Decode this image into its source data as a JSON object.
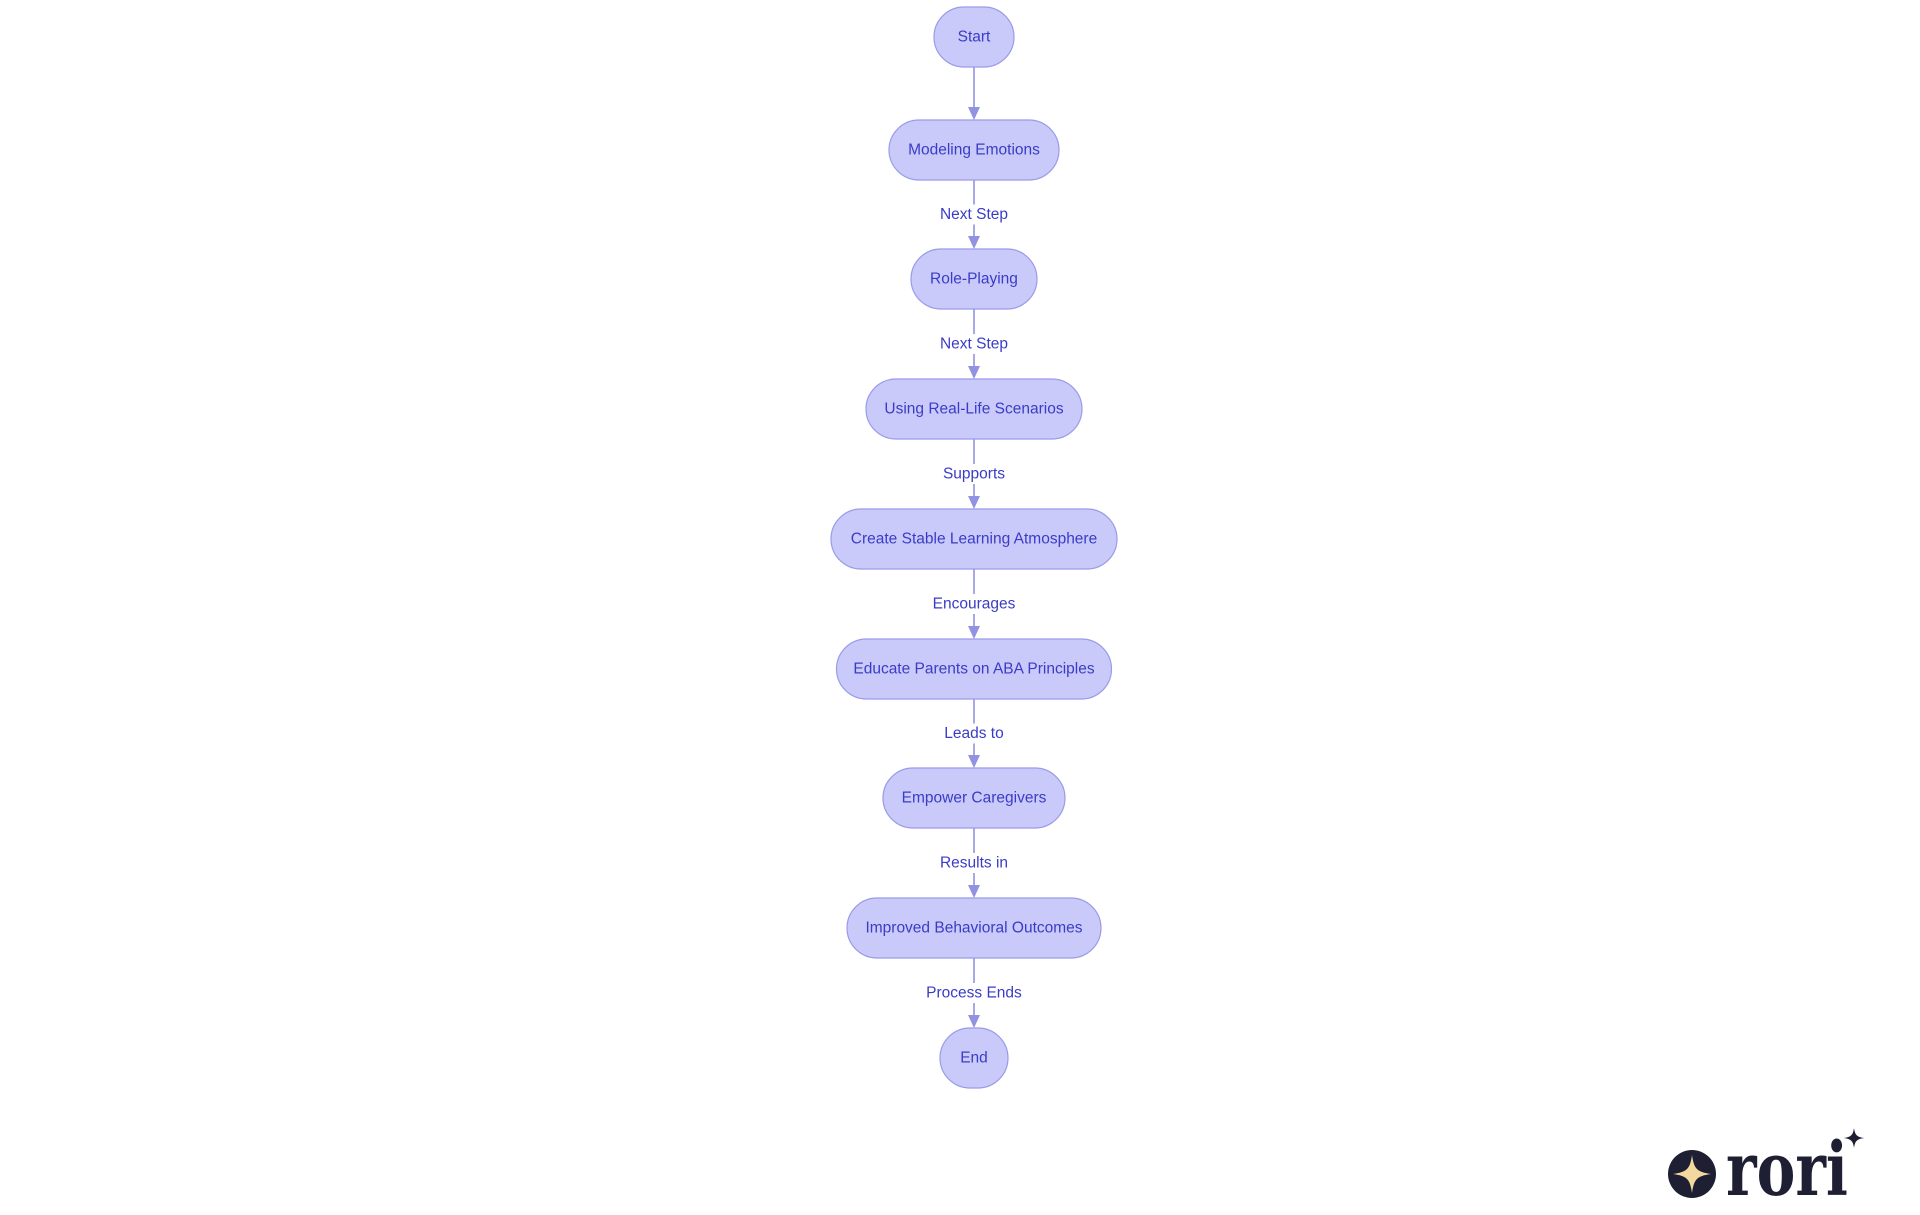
{
  "diagram": {
    "nodes": [
      {
        "id": "start",
        "label": "Start"
      },
      {
        "id": "modeling",
        "label": "Modeling Emotions"
      },
      {
        "id": "roleplay",
        "label": "Role-Playing"
      },
      {
        "id": "scenarios",
        "label": "Using Real-Life Scenarios"
      },
      {
        "id": "atmosphere",
        "label": "Create Stable Learning Atmosphere"
      },
      {
        "id": "educate",
        "label": "Educate Parents on ABA Principles"
      },
      {
        "id": "empower",
        "label": "Empower Caregivers"
      },
      {
        "id": "outcomes",
        "label": "Improved Behavioral Outcomes"
      },
      {
        "id": "end",
        "label": "End"
      }
    ],
    "edges": [
      {
        "from": "start",
        "to": "modeling",
        "label": ""
      },
      {
        "from": "modeling",
        "to": "roleplay",
        "label": "Next Step"
      },
      {
        "from": "roleplay",
        "to": "scenarios",
        "label": "Next Step"
      },
      {
        "from": "scenarios",
        "to": "atmosphere",
        "label": "Supports"
      },
      {
        "from": "atmosphere",
        "to": "educate",
        "label": "Encourages"
      },
      {
        "from": "educate",
        "to": "empower",
        "label": "Leads to"
      },
      {
        "from": "empower",
        "to": "outcomes",
        "label": "Results in"
      },
      {
        "from": "outcomes",
        "to": "end",
        "label": "Process Ends"
      }
    ],
    "colors": {
      "node_fill": "#c9caf9",
      "node_stroke": "#9a9be8",
      "text": "#3a3cc7",
      "edge": "#9192e2"
    }
  },
  "logo": {
    "text": "rori",
    "badge_icon": "four-point-star-icon",
    "colors": {
      "dark": "#1e1f33",
      "star": "#f3d9a0"
    }
  }
}
